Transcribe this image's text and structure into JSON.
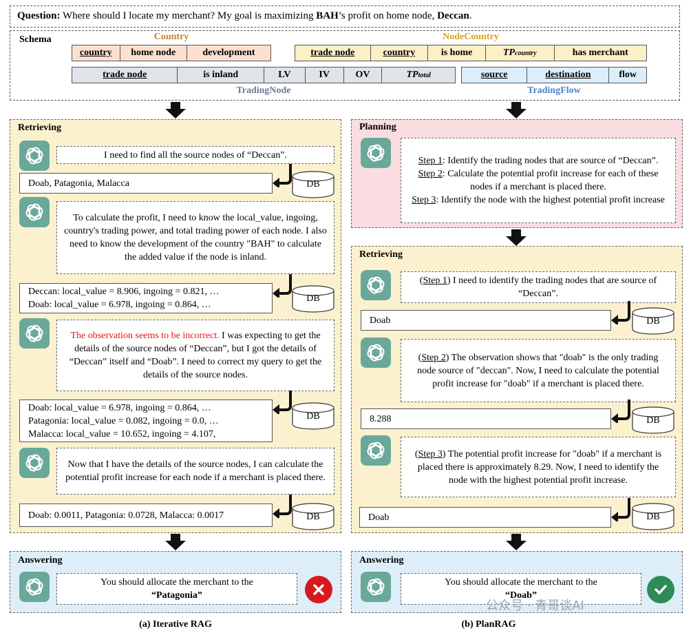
{
  "question": {
    "label": "Question:",
    "part1": " Where should I locate my merchant? My goal is maximizing ",
    "bold1": "BAH",
    "part2": "’s profit on home node, ",
    "bold2": "Deccan",
    "part3": "."
  },
  "schema": {
    "label": "Schema",
    "country_title": "Country",
    "country_cols": [
      "country",
      "home node",
      "development"
    ],
    "nodecountry_title": "NodeCountry",
    "nodecountry_cols": [
      "trade node",
      "country",
      "is home",
      "TP",
      "country",
      "has merchant"
    ],
    "tradingnode_title": "TradingNode",
    "tradingnode_cols": [
      "trade node",
      "is inland",
      "LV",
      "IV",
      "OV",
      "TP",
      "total"
    ],
    "tradingflow_title": "TradingFlow",
    "tradingflow_cols": [
      "source",
      "destination",
      "flow"
    ]
  },
  "colors": {
    "country": "#fbe0cf",
    "nodecountry": "#fdefc6",
    "tradingnode": "#dfe3ea",
    "tradingflow": "#dceefb",
    "country_title": "#c9822e",
    "nodecountry_title": "#d9a21e",
    "tradingnode_title": "#6a7b95",
    "tradingflow_title": "#4a86c5"
  },
  "left": {
    "retrieving_title": "Retrieving",
    "b1": "I need to find all the source nodes of “Deccan”.",
    "o1": "Doab, Patagonia, Malacca",
    "b2": "To calculate the profit, I need to know the local_value, ingoing, country's trading power, and total trading power of each node. I also need to know the development of the country \"BAH\" to calculate the added value if the node is inland.",
    "o2_l1": "Deccan: local_value = 8.906, ingoing = 0.821, …",
    "o2_l2": "Doab: local_value = 6.978, ingoing = 0.864, …",
    "b3_red": "The observation seems to be incorrect.",
    "b3_rest": " I was expecting to get the details of the source nodes of “Deccan”, but I got the details of “Deccan” itself and “Doab”. I need to correct my query to get the details of the source nodes.",
    "o3_l1": "Doab: local_value = 6.978, ingoing = 0.864, …",
    "o3_l2": "Patagonia: local_value = 0.082, ingoing = 0.0, …",
    "o3_l3": "Malacca: local_value = 10.652, ingoing = 4.107,",
    "b4": "Now that I have the details of the source nodes, I can calculate the potential profit increase for each node if a merchant is placed there.",
    "o4": "Doab: 0.0011, Patagonia: 0.0728, Malacca: 0.0017",
    "answering_title": "Answering",
    "answer_text": "You should allocate the merchant to the",
    "answer_bold": "“Patagonia”",
    "caption": "(a) Iterative RAG"
  },
  "right": {
    "planning_title": "Planning",
    "step1_label": "Step 1",
    "step1_text": ": Identify the trading nodes that are source of “Deccan”.",
    "step2_label": "Step 2",
    "step2_text": ": Calculate the potential profit increase for each of these nodes if a merchant is placed there.",
    "step3_label": "Step 3",
    "step3_text": ": Identify the node with the highest potential profit increase",
    "retrieving_title": "Retrieving",
    "b1_label": "Step 1",
    "b1_text": ") I need to identify the trading nodes that are source of “Deccan”.",
    "o1": "Doab",
    "b2_label": "Step 2",
    "b2_text": ") The observation shows that \"doab\" is the only trading node source of \"deccan\". Now, I need to calculate the potential profit increase for \"doab\" if a merchant is placed there.",
    "o2": "8.288",
    "b3_label": "Step 3",
    "b3_text": ") The potential profit increase for \"doab\" if a merchant is placed there is approximately 8.29. Now, I need to identify the node with the highest potential profit increase.",
    "o3": "Doab",
    "answering_title": "Answering",
    "answer_text": "You should allocate the merchant to the",
    "answer_bold": "“Doab”",
    "caption": "(b) PlanRAG"
  },
  "db_label": "DB",
  "watermark": "公众号 · 青哥谈AI"
}
